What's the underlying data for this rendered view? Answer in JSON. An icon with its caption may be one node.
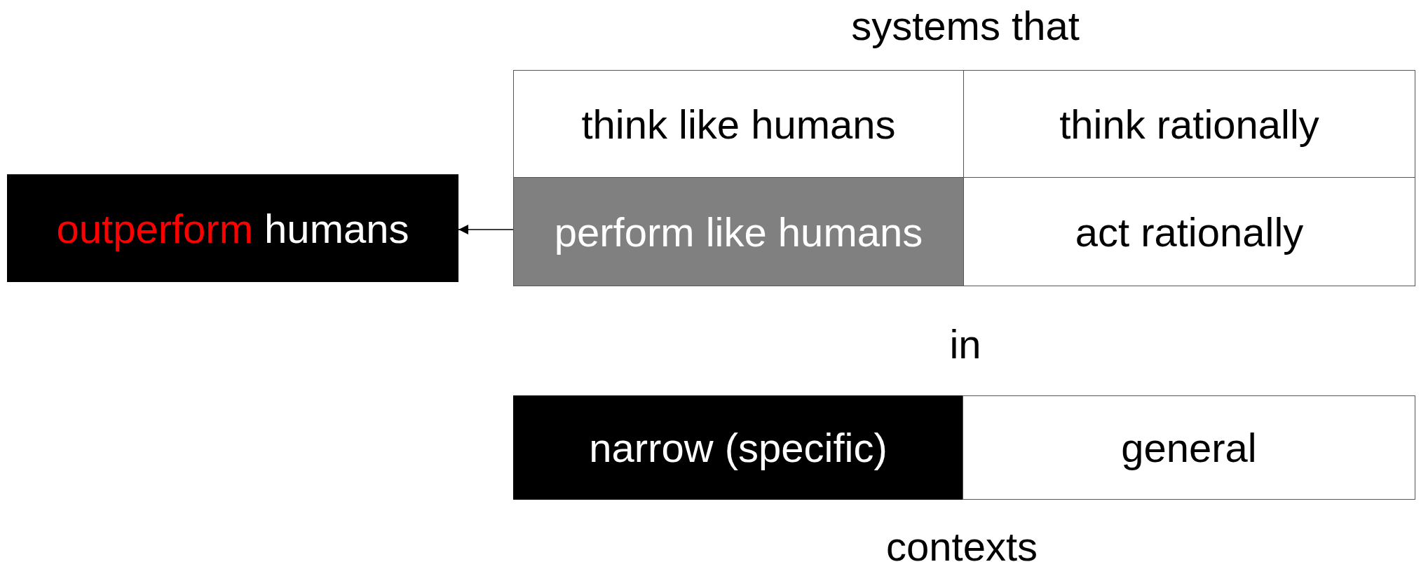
{
  "diagram": {
    "nodes": [
      {
        "text": [
          "outperform humans"
        ]
      },
      {
        "text": [
          "think like humans"
        ]
      },
      {
        "text": [
          "think rationally"
        ]
      },
      {
        "text": [
          "perform like humans"
        ]
      },
      {
        "text": [
          "act rationally"
        ]
      },
      {
        "text": [
          "narrow (specific)"
        ]
      },
      {
        "text": [
          "general"
        ]
      }
    ],
    "edges": [
      {
        "from": 3,
        "to": 0,
        "arrow": "to"
      }
    ],
    "labels": [
      "systems that",
      "in",
      "contexts"
    ]
  }
}
